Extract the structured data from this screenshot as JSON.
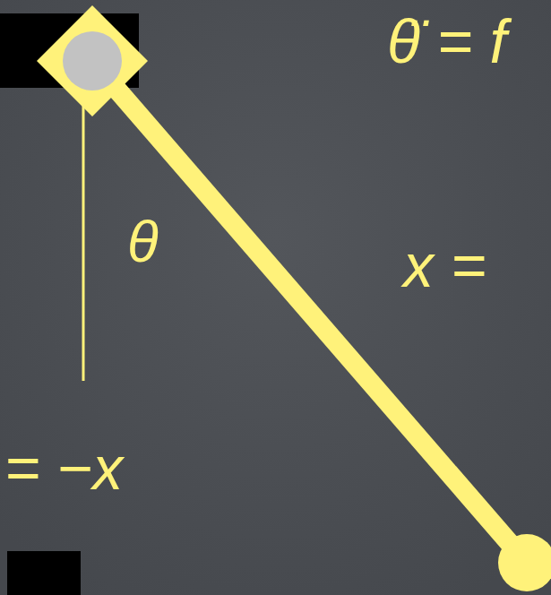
{
  "diagram": {
    "labels": [
      "θ̈ = f",
      "θ",
      "x =",
      "= −x"
    ]
  }
}
